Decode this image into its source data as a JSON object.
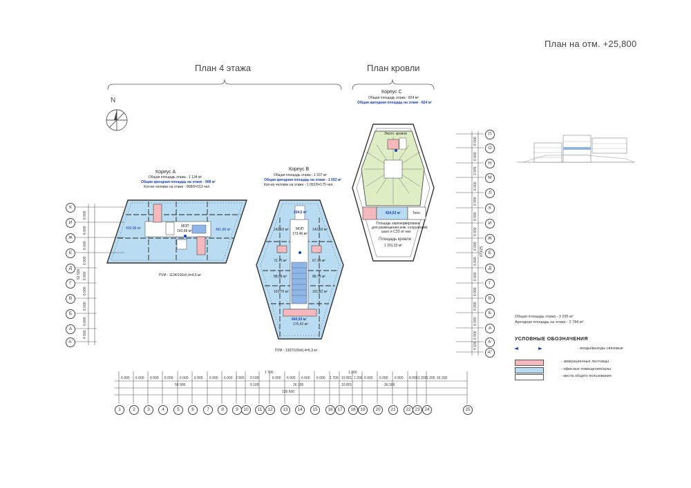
{
  "header": {
    "title": "План на отм. +25,800",
    "section_left": "План 4 этажа",
    "section_right": "План кровли",
    "north": "N"
  },
  "buildings": {
    "a": {
      "name": "Корпус A",
      "total_area": "Общая площадь этажа - 1 134 м²",
      "rent_area": "Общая арендная площадь на этаже - 908 м²",
      "people": "Кол-во человек на этаже - 908/6=153 чел.",
      "room_left": "426,08 м²",
      "room_right": "481,86 м²",
      "core_label": "МОП",
      "core_area": "143,68 м²",
      "formula": "ПУИ - 1134/100х0,4=4,6 м²"
    },
    "b": {
      "name": "Корпус B",
      "total_area": "Общая площадь этажа - 1 337 м²",
      "rent_area": "Общая арендная площадь на этаже - 1 052 м²",
      "people": "Кол-во человек на этаже - 1 052/6=175 чел.",
      "room_top": "204,0 м²",
      "room_l1": "142,02 м²",
      "room_r1": "142,02 м²",
      "core_label": "МОП",
      "core_area": "173,46 м²",
      "room_l2": "72,75 м²",
      "room_r2": "67,13 м²",
      "room_l3": "88,88 м²",
      "room_r3": "88,78 м²",
      "room_l4": "101,70 м²",
      "room_r4": "101,82 м²",
      "room_b1": "693,53 м²",
      "room_b2": "176,42 м²",
      "formula": "ПУИ - 1337/100х0,4=5,3 м²"
    },
    "c": {
      "name": "Корпус C",
      "total_area": "Общая площадь этажа - 824 м²",
      "rent_area": "Общая арендная площадь на этаже - 824 м²",
      "roof_top": "Экспл. кровли",
      "room_area": "824,53 м²",
      "tech": "Техн.",
      "note1": "Площадь зарезервирована",
      "note2": "для размещения инж. сооружений,",
      "note3": "шахт и СЗЗ от них",
      "roof_label": "Площадь кровли",
      "roof_area": "1 291,33 м²"
    }
  },
  "grid": {
    "rows_left": [
      "К",
      "И",
      "Ж",
      "Е",
      "Д",
      "Г",
      "В",
      "Б",
      "А",
      "А'"
    ],
    "rows_right": [
      "П",
      "О",
      "Н",
      "М",
      "Л",
      "К",
      "И",
      "Ж",
      "Е",
      "Д",
      "Г",
      "В",
      "Б",
      "А",
      "А'",
      "А''"
    ],
    "left_dims": [
      "6 000",
      "6 000",
      "6 000",
      "6 000",
      "6 000",
      "6 000",
      "6 000",
      "6 000",
      "4 500"
    ],
    "left_total": "53 500",
    "right_dims": [
      "6 000",
      "6 000",
      "3 945",
      "6 000",
      "6 000",
      "6 000",
      "6 000",
      "6 000",
      "6 000",
      "6 000",
      "6 000",
      "6 000",
      "6 000",
      "6 000",
      "4 100"
    ],
    "right_total": "87 625",
    "cols": [
      "1",
      "2",
      "3",
      "4",
      "5",
      "6",
      "7",
      "8",
      "9",
      "10",
      "11",
      "12",
      "13",
      "14",
      "15",
      "16",
      "17",
      "18",
      "19",
      "20",
      "21",
      "22",
      "23",
      "24",
      "25"
    ],
    "dim_row1": [
      "6 000",
      "6 000",
      "6 000",
      "6 000",
      "6 000",
      "6 000",
      "6 000",
      "6 000",
      "2 900",
      "9 100",
      "6 000",
      "6 000",
      "6 000",
      "6 000",
      "1 700",
      "10 801",
      "1 200",
      "6 000",
      "6 000",
      "6 000",
      "6 000",
      "1 200",
      "16 200"
    ],
    "dim_top_small": [
      "1 700",
      "1 200",
      "1 200"
    ],
    "dim_row2": [
      "50 900",
      "9 100",
      "26 100",
      "10 801",
      "26 399"
    ],
    "dim_row3": "139 600"
  },
  "summary": {
    "total": "Общая площадь этажа - 3 295 м²",
    "rent": "Арендная площадь на этаже - 2 784 м²"
  },
  "legend": {
    "title": "УСЛОВНЫЕ ОБОЗНАЧЕНИЯ",
    "entrance": "- входы/выходы связовые",
    "stairs": "- эвакуационные лестницы",
    "offices": "- офисные помещения/залы",
    "common": "- места общего пользования",
    "color_stairs": "#f4b8bd",
    "color_offices": "#b9dcf2",
    "color_common": "#ffffff"
  }
}
